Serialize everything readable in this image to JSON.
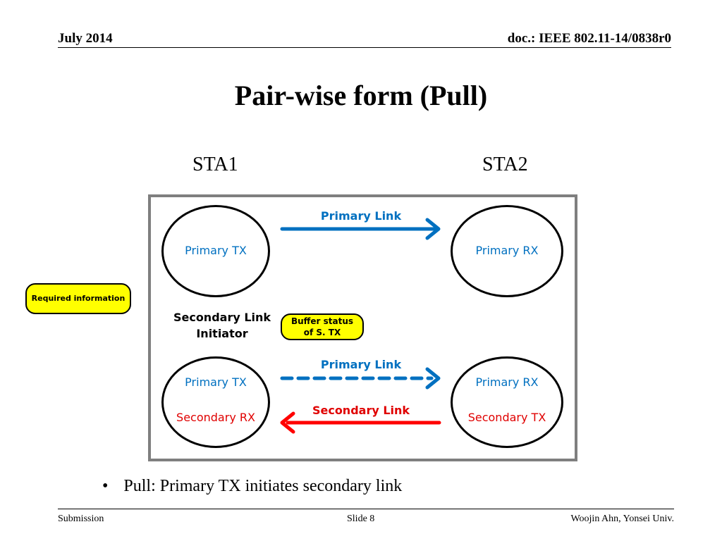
{
  "header": {
    "date": "July 2014",
    "doc": "doc.: IEEE 802.11-14/0838r0"
  },
  "title": "Pair-wise form (Pull)",
  "stations": {
    "sta1": "STA1",
    "sta2": "STA2"
  },
  "side_note": "Required information",
  "diagram": {
    "top_left_node": "Primary TX",
    "top_right_node": "Primary RX",
    "top_link": "Primary Link",
    "initiator_label_line1": "Secondary Link",
    "initiator_label_line2": "Initiator",
    "buffer_line1": "Buffer status",
    "buffer_line2": "of S. TX",
    "bottom_left_primary": "Primary TX",
    "bottom_left_secondary": "Secondary RX",
    "bottom_right_primary": "Primary RX",
    "bottom_right_secondary": "Secondary TX",
    "mid_link": "Primary Link",
    "secondary_link": "Secondary Link"
  },
  "colors": {
    "primary": "#0070c0",
    "secondary": "#e00000",
    "highlight": "#ffff00",
    "frame": "#7f7f7f"
  },
  "bullet": "Pull: Primary TX initiates secondary link",
  "footer": {
    "left": "Submission",
    "center": "Slide 8",
    "right": "Woojin Ahn, Yonsei Univ."
  }
}
